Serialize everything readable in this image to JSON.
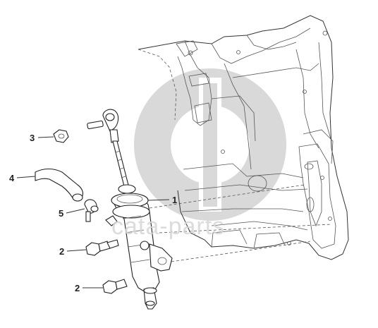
{
  "watermark": {
    "text": "cata-parts"
  },
  "callouts": [
    {
      "id": "callout-1",
      "label": "1"
    },
    {
      "id": "callout-2a",
      "label": "2"
    },
    {
      "id": "callout-2b",
      "label": "2"
    },
    {
      "id": "callout-3",
      "label": "3"
    },
    {
      "id": "callout-4",
      "label": "4"
    },
    {
      "id": "callout-5",
      "label": "5"
    }
  ],
  "colors": {
    "line": "#333333",
    "watermark": "#d6d6d6",
    "background": "#ffffff"
  }
}
